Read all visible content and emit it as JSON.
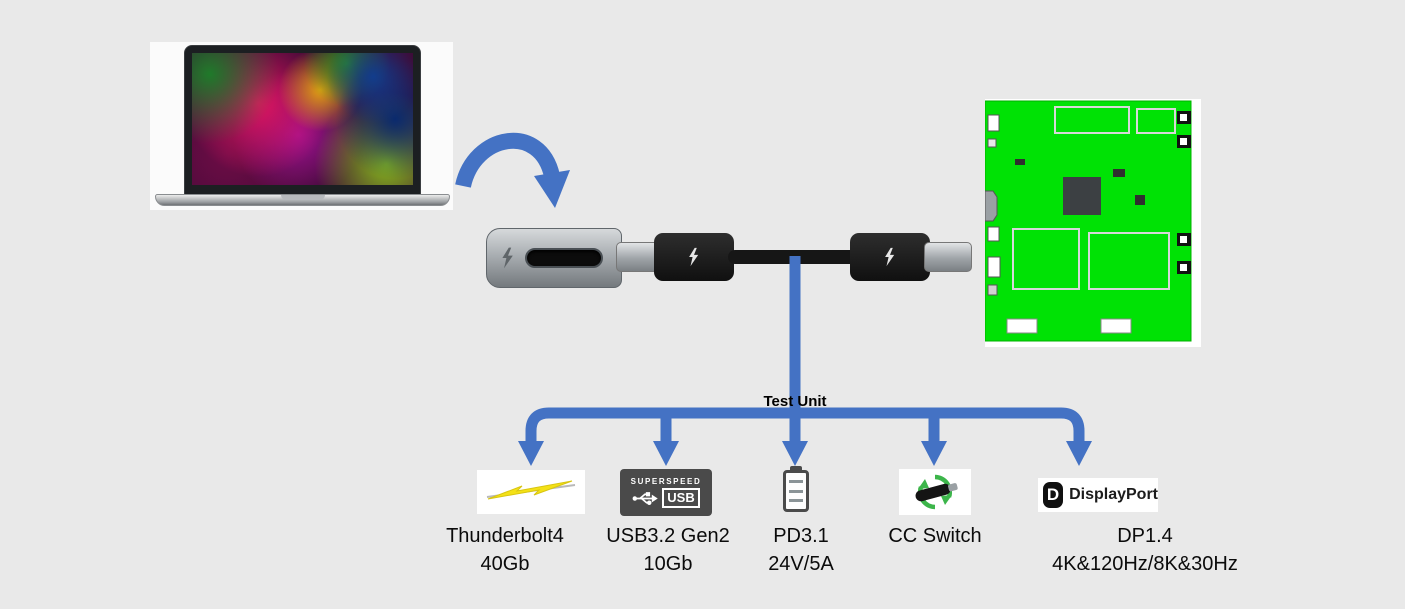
{
  "colors": {
    "canvas_background": "#e9e9e9",
    "arrow_blue": "#4472c4",
    "pcb_green": "#00e205",
    "thunderbolt_yellow": "#f4e116",
    "cc_switch_green": "#3cb54a"
  },
  "test_unit": {
    "label": "Test Unit"
  },
  "branches": [
    {
      "line1": "Thunderbolt4",
      "line2": "40Gb"
    },
    {
      "line1": "USB3.2 Gen2",
      "line2": "10Gb"
    },
    {
      "line1": "PD3.1",
      "line2": "24V/5A"
    },
    {
      "line1": "CC Switch",
      "line2": ""
    },
    {
      "line1": "DP1.4",
      "line2": "4K&120Hz/8K&30Hz"
    }
  ],
  "usb_logo": {
    "superspeed": "SUPERSPEED",
    "usb": "USB"
  },
  "dp_logo": {
    "letter": "D",
    "wordmark": "DisplayPort"
  },
  "icons": {
    "scene": [
      "macbook-laptop-image",
      "curved-arrow-icon",
      "thunderbolt-port-image",
      "thunderbolt4-cable-image",
      "green-pcb-image"
    ],
    "branch_icons": [
      "thunderbolt-bolt-icon",
      "superspeed-usb-logo-icon",
      "battery-icon",
      "cc-switch-recycle-icon",
      "displayport-logo-icon"
    ]
  }
}
